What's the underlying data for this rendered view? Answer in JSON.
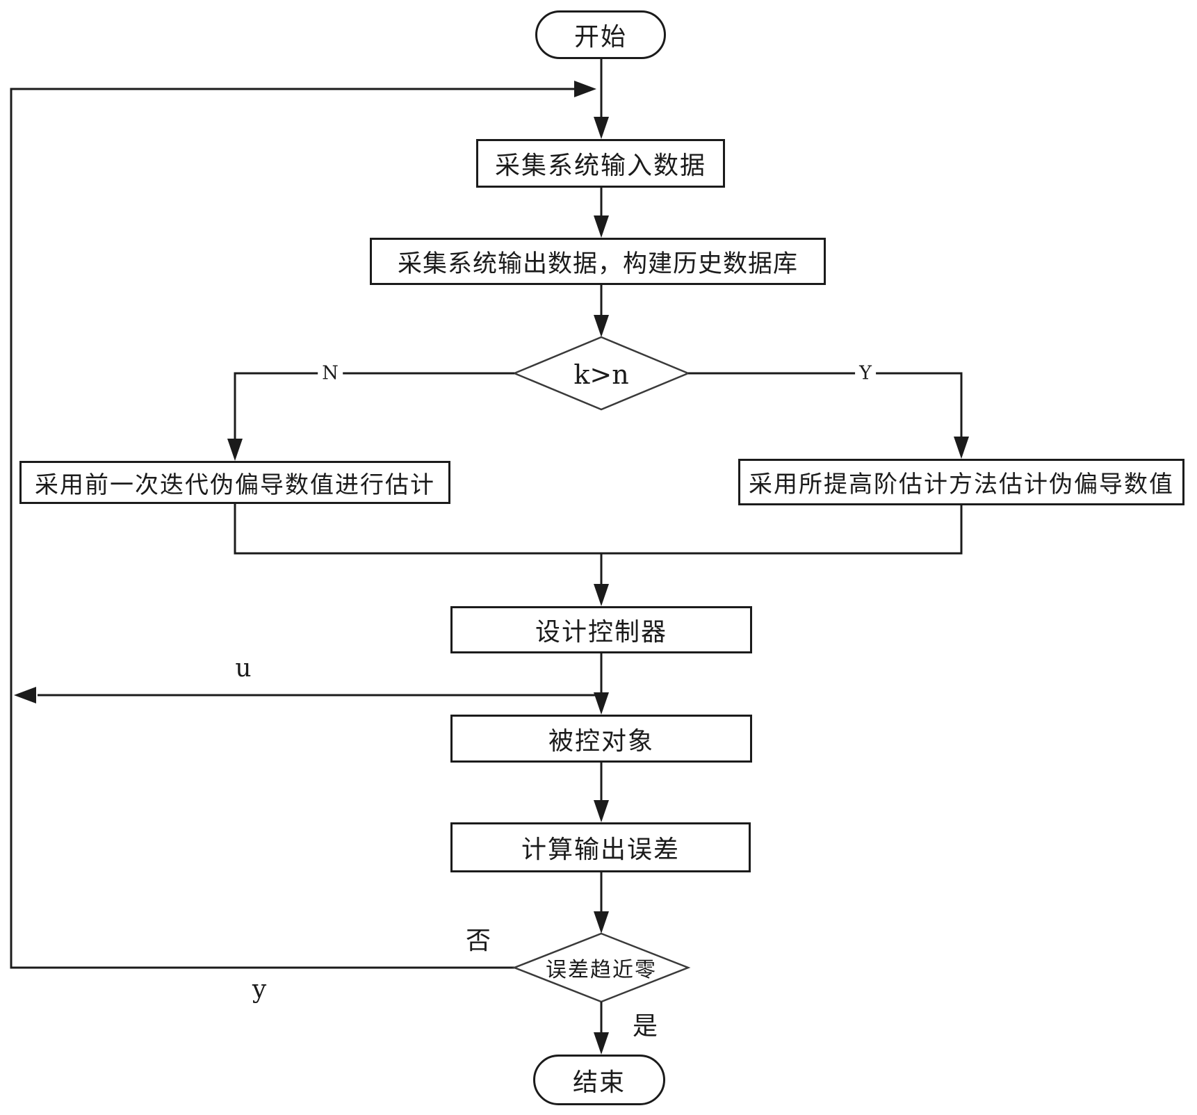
{
  "diagram": {
    "kind": "flowchart",
    "colors": {
      "line": "#1b1b1b",
      "background": "#ffffff",
      "text": "#1b1b1b"
    },
    "nodes": {
      "start": {
        "shape": "terminal",
        "label": "开始"
      },
      "collect_input": {
        "shape": "process",
        "label": "采集系统输入数据"
      },
      "collect_output": {
        "shape": "process",
        "label": "采集系统输出数据，构建历史数据库"
      },
      "decision_k_n": {
        "shape": "decision",
        "label": "k>n"
      },
      "prev_iteration": {
        "shape": "process",
        "label": "采用前一次迭代伪偏导数值进行估计"
      },
      "high_order_method": {
        "shape": "process",
        "label": "采用所提高阶估计方法估计伪偏导数值"
      },
      "design_controller": {
        "shape": "process",
        "label": "设计控制器"
      },
      "controlled_object": {
        "shape": "process",
        "label": "被控对象"
      },
      "compute_error": {
        "shape": "process",
        "label": "计算输出误差"
      },
      "decision_error": {
        "shape": "decision",
        "label": "误差趋近零"
      },
      "end": {
        "shape": "terminal",
        "label": "结束"
      }
    },
    "edge_labels": {
      "branch_no": "N",
      "branch_yes": "Y",
      "control_signal": "u",
      "output_signal": "y",
      "error_no": "否",
      "error_yes": "是"
    }
  }
}
